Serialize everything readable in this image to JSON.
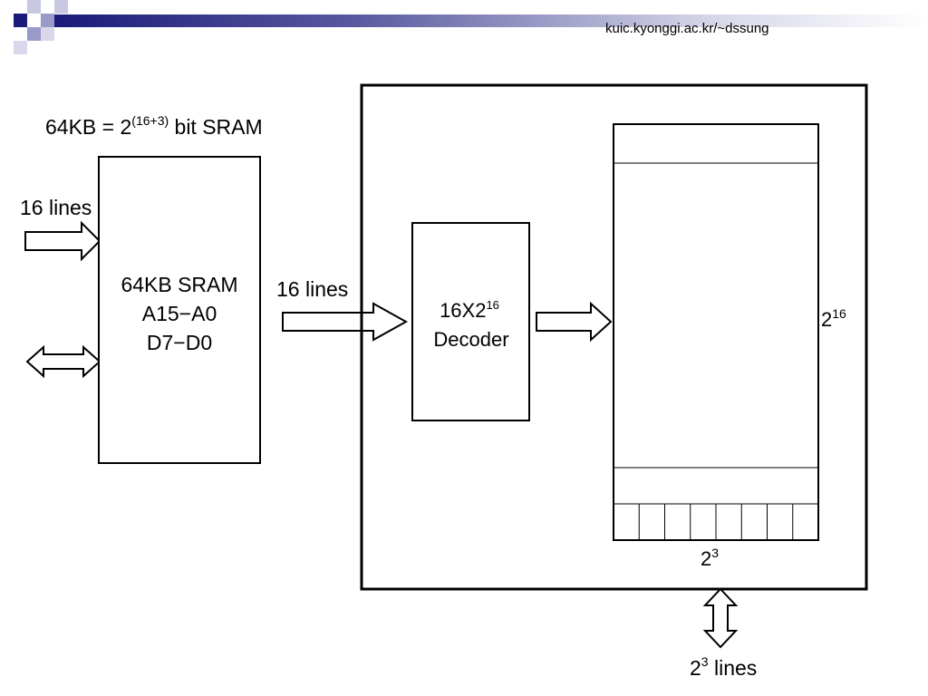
{
  "header": {
    "url": "kuic.kyonggi.ac.kr/~dssung",
    "accent_color": "#1a1a7a"
  },
  "title": {
    "prefix": "64KB = 2",
    "exponent": "(16+3)",
    "suffix": " bit SRAM"
  },
  "input_label": {
    "num": "16",
    "word": " lines"
  },
  "sram_block": {
    "line1": "64KB SRAM",
    "line2": "A15−A0",
    "line3": "D7−D0"
  },
  "middle_label": {
    "num": "16",
    "word": " lines"
  },
  "decoder": {
    "base": "16X2",
    "exponent": "16",
    "line2": "Decoder"
  },
  "memory_array": {
    "rows_base": "2",
    "rows_exponent": "16",
    "width_base": "2",
    "width_exponent": "3",
    "bit_cells": 8
  },
  "output_label": {
    "base": "2",
    "exponent": "3",
    "word": " lines"
  }
}
